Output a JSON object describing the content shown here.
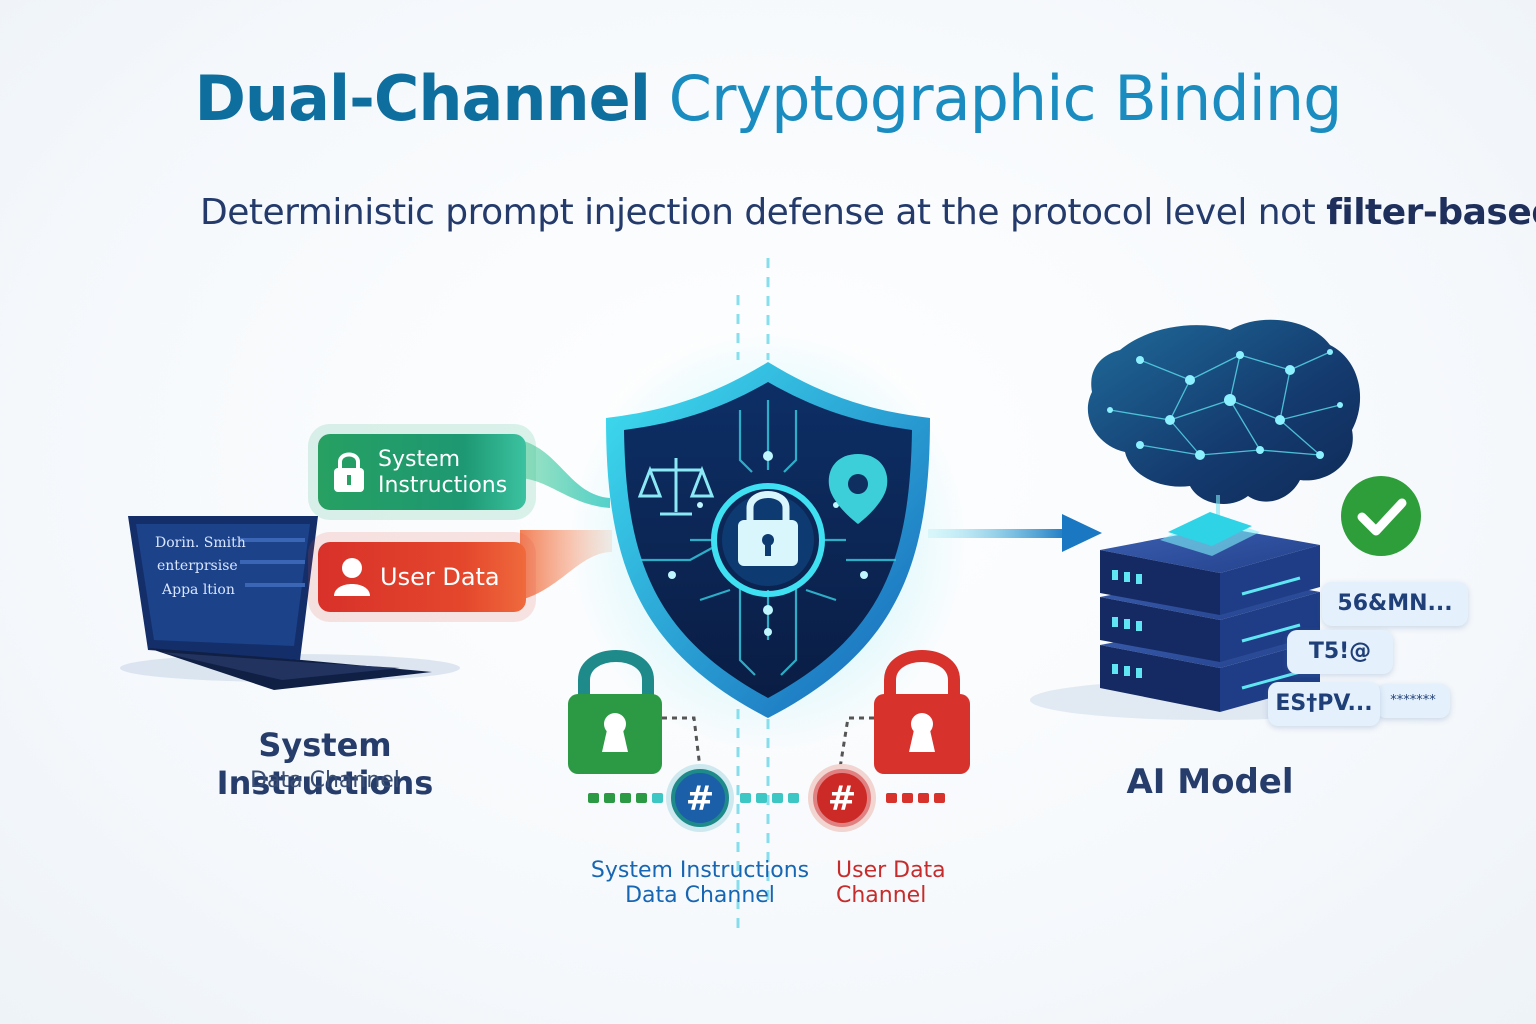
{
  "header": {
    "title_bold": "Dual-Channel",
    "title_light": " Cryptographic Binding",
    "subtitle_regular": "Deterministic prompt injection defense at the protocol level not ",
    "subtitle_bold": "filter-based."
  },
  "left_panel": {
    "screen_lines": [
      "Dorin. Smith",
      "enterprsise",
      "Appa ltion"
    ],
    "system_tag_line1": "System",
    "system_tag_line2": "Instructions",
    "user_tag": "User Data",
    "title": "System Instructions",
    "subtitle": "Data Channel"
  },
  "channels": {
    "system_line1": "System Instructions",
    "system_line2": "Data Channel",
    "user_line1": "User Data",
    "user_line2": "Channel",
    "hash_symbol": "#"
  },
  "right_panel": {
    "label": "AI Model",
    "codes": [
      "56&MN...",
      "T5!@",
      "ES†PV...",
      "*******"
    ]
  },
  "colors": {
    "green": "#27a062",
    "red": "#d8312a",
    "navy": "#1b2f6b",
    "cyan": "#2fd3e6"
  },
  "icons": [
    "lock-icon",
    "user-icon",
    "scales-icon",
    "location-pin-icon",
    "check-icon",
    "brain-icon",
    "server-icon",
    "laptop-icon",
    "shield-icon"
  ]
}
